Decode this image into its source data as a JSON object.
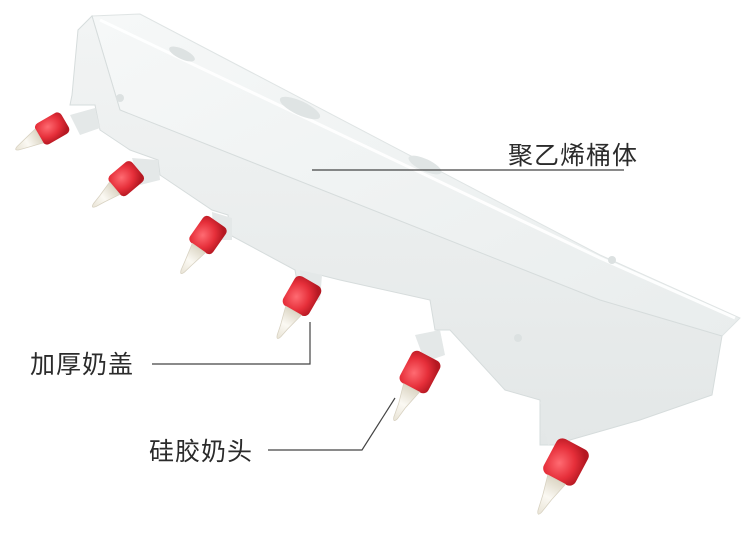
{
  "callouts": {
    "bucket_body": "聚乙烯桶体",
    "thick_cap": "加厚奶盖",
    "silicone_teat": "硅胶奶头"
  },
  "colors": {
    "background": "#ffffff",
    "bucket": "#eceff0",
    "cap": "#e8303c",
    "teat": "#f3efe4",
    "leader_line": "#444444"
  },
  "feeder": {
    "nipple_count": 6
  }
}
